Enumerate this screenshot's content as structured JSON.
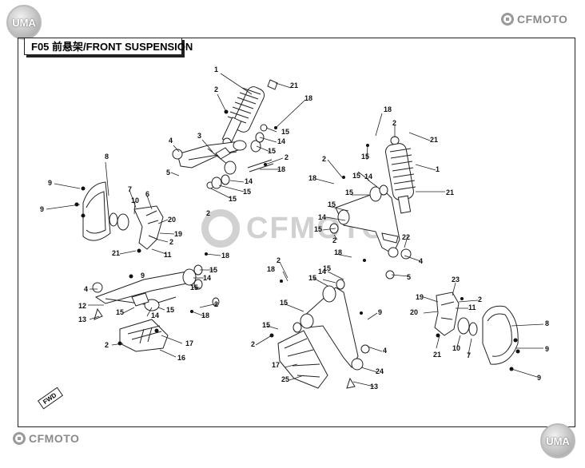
{
  "header": {
    "title": "F05 前悬架/FRONT SUSPENSION",
    "brand_top": "CFMOTO",
    "brand_bottom": "CFMOTO",
    "logo_top": "UMA",
    "logo_bottom": "UMA"
  },
  "watermark": {
    "text": "CFMOTO"
  },
  "fwd_label": "FWD",
  "callouts": {
    "c1": "1",
    "c2": "2",
    "c3": "3",
    "c4": "4",
    "c5": "5",
    "c6": "6",
    "c7": "7",
    "c8": "8",
    "c9": "9",
    "c10": "10",
    "c11": "11",
    "c12": "12",
    "c13": "13",
    "c14": "14",
    "c15": "15",
    "c16": "16",
    "c17": "17",
    "c18": "18",
    "c19": "19",
    "c20": "20",
    "c21": "21",
    "c22": "22",
    "c23": "23",
    "c24": "24",
    "c25": "25"
  }
}
